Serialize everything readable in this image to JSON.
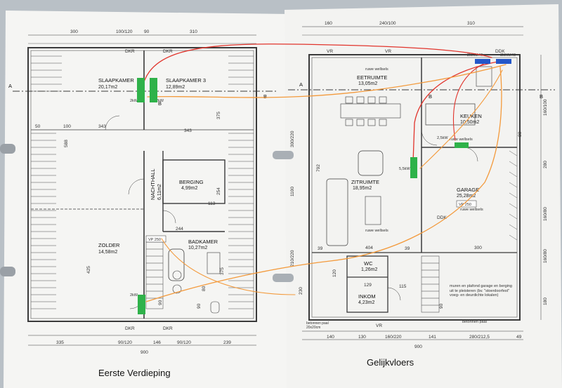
{
  "left_plan": {
    "caption": "Eerste Verdieping",
    "top_dims": [
      "300",
      "100/120",
      "90",
      "310"
    ],
    "bottom_dims": [
      "335",
      "90/120",
      "146",
      "90/120",
      "239"
    ],
    "overall_bottom": "900",
    "window_labels": [
      "DKR",
      "DKR",
      "DKR",
      "DKR"
    ],
    "section_markers": [
      "A",
      "B",
      "B"
    ],
    "rooms": [
      {
        "name": "SLAAPKAMER",
        "area": "20,17m2"
      },
      {
        "name": "SLAAPKAMER 3",
        "area": "12,89m2"
      },
      {
        "name": "BERGING",
        "area": "4,99m2"
      },
      {
        "name": "NACHTHALL",
        "area": "6,11m2"
      },
      {
        "name": "ZOLDER",
        "area": "14,58m2"
      },
      {
        "name": "BADKAMER",
        "area": "10,27m2"
      }
    ],
    "inner_dims": [
      "50",
      "100",
      "343",
      "343",
      "375",
      "588",
      "244",
      "254",
      "113",
      "425",
      "375",
      "90",
      "90",
      "80"
    ],
    "tags": [
      "2kW",
      "2kW",
      "2kW",
      "VP 250"
    ]
  },
  "right_plan": {
    "caption": "Gelijkvloers",
    "top_dims": [
      "160",
      "240/100",
      "310"
    ],
    "left_dims": [
      "300/220",
      "1100",
      "210/220"
    ],
    "right_dims": [
      "160/100",
      "280",
      "160/80",
      "160/80",
      "180"
    ],
    "bottom_dims": [
      "140",
      "130",
      "160/220",
      "141",
      "280/212,5",
      "49"
    ],
    "overall_bottom": "900",
    "section_markers": [
      "A",
      "B",
      "B"
    ],
    "rooms": [
      {
        "name": "EETRUIMTE",
        "area": "13,05m2"
      },
      {
        "name": "KEUKEN",
        "area": "10,50m2"
      },
      {
        "name": "ZITRUIMTE",
        "area": "18,95m2"
      },
      {
        "name": "GARAGE",
        "area": "25,28m2"
      },
      {
        "name": "WC",
        "area": "1,26m2"
      },
      {
        "name": "INKOM",
        "area": "4,23m2"
      }
    ],
    "window_labels": [
      "VR",
      "VR",
      "VR",
      "DDK",
      "DDK"
    ],
    "inner_dims": [
      "792",
      "404",
      "300",
      "115",
      "129",
      "39",
      "39",
      "90",
      "120",
      "80",
      "230"
    ],
    "tags": [
      "2,5kW",
      "5,5kW",
      "VP 250",
      "2MXM40",
      "3MXM40"
    ],
    "notes": [
      "ruwe wellsels",
      "ruwe wellsels",
      "ruwe wellsels",
      "ruwe wellsels",
      "muren en plafond garage en berging uit te pleisteren (bv. \"stoerdoorfest\" voeg- en deurdichte lokalen)",
      "betonnen paal 20x20cm",
      "betonnen paal"
    ]
  },
  "colors": {
    "paper": "#f4f4f2",
    "line": "#3a3a3a",
    "red_route": "#e1342c",
    "orange_route": "#f39a3c",
    "unit_green": "#2fb24a",
    "unit_blue": "#2457c9",
    "background": "#b9c0c6"
  }
}
